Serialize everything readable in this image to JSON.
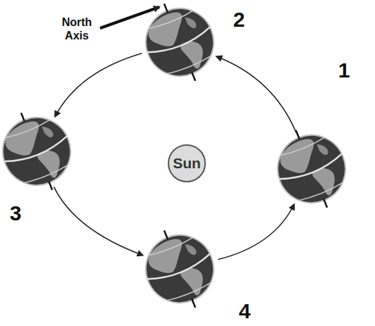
{
  "diagram": {
    "nodes": [
      {
        "text": [
          "2"
        ]
      },
      {
        "text": [
          "3"
        ]
      },
      {
        "text": [
          "Sun"
        ]
      },
      {
        "text": [
          "1"
        ]
      },
      {
        "text": [
          "4"
        ]
      }
    ],
    "edges": [
      {
        "from": 3,
        "to": 0,
        "arrow": "to"
      },
      {
        "from": 0,
        "to": 1,
        "arrow": "to"
      },
      {
        "from": 1,
        "to": 4,
        "arrow": "to"
      },
      {
        "from": 4,
        "to": 3,
        "arrow": "to"
      }
    ],
    "labels": [
      "North Axis"
    ]
  }
}
